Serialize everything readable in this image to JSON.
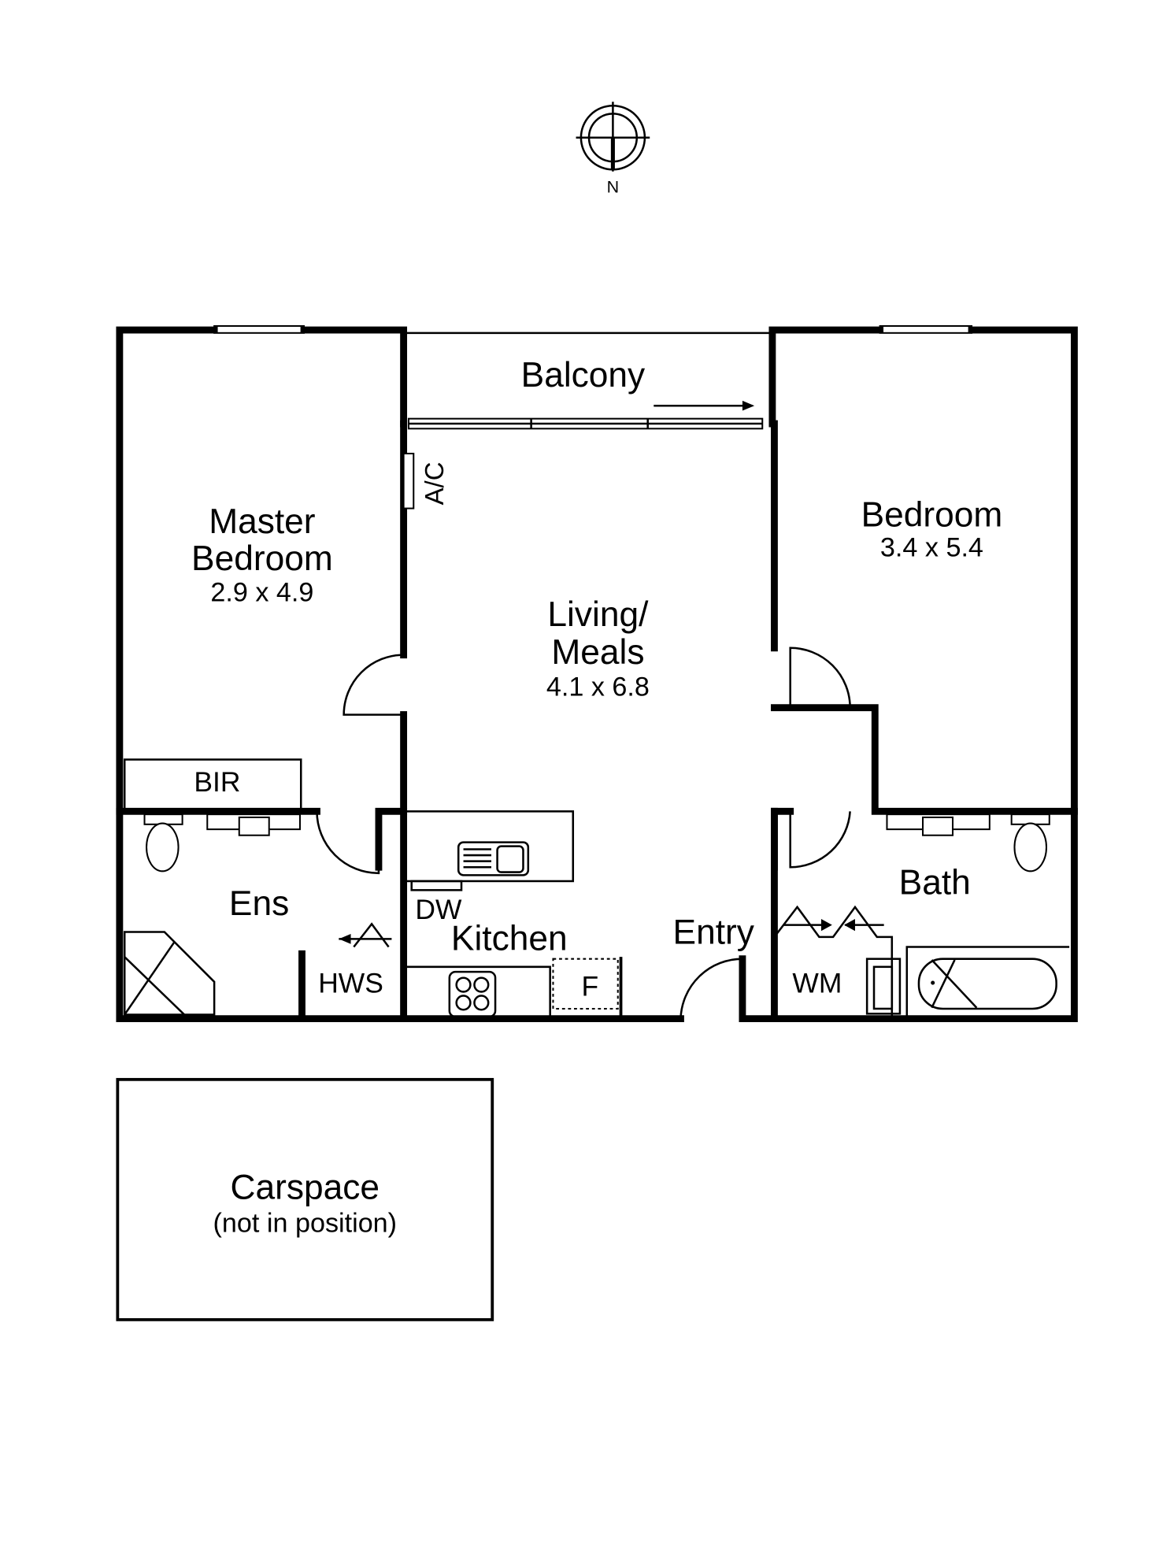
{
  "compass": {
    "label": "N"
  },
  "rooms": {
    "balcony": {
      "name": "Balcony"
    },
    "master": {
      "name1": "Master",
      "name2": "Bedroom",
      "dim": "2.9 x 4.9"
    },
    "bedroom": {
      "name": "Bedroom",
      "dim": "3.4 x 5.4"
    },
    "living": {
      "name1": "Living/",
      "name2": "Meals",
      "dim": "4.1 x 6.8"
    },
    "bir": {
      "name": "BIR"
    },
    "ens": {
      "name": "Ens"
    },
    "hws": {
      "name": "HWS"
    },
    "dw": {
      "name": "DW"
    },
    "kitchen": {
      "name": "Kitchen"
    },
    "fridge": {
      "name": "F"
    },
    "entry": {
      "name": "Entry"
    },
    "wm": {
      "name": "WM"
    },
    "bath": {
      "name": "Bath"
    },
    "ac": {
      "name": "A/C"
    },
    "carspace": {
      "name": "Carspace",
      "note": "(not in position)"
    }
  }
}
